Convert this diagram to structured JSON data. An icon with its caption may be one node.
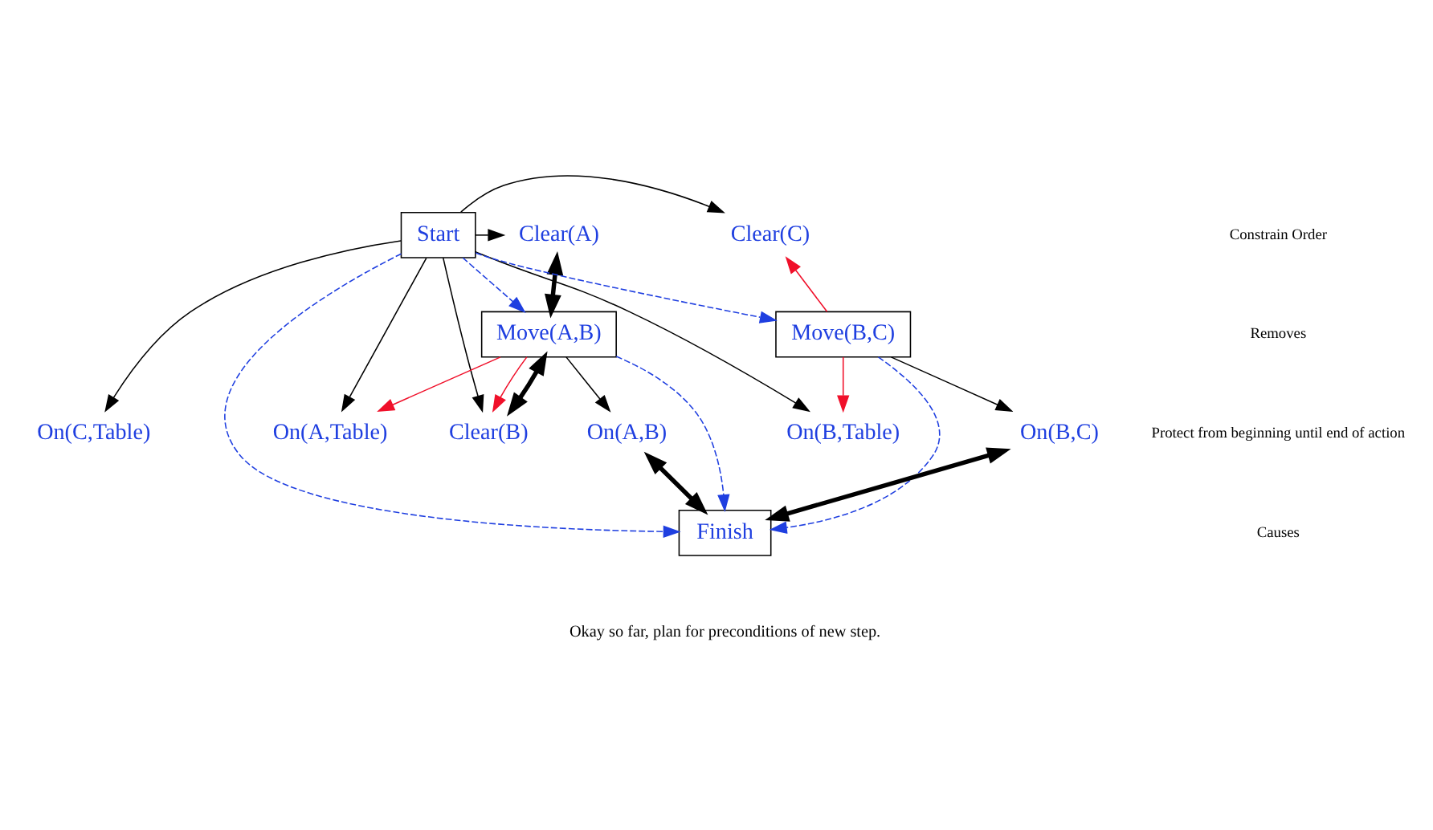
{
  "diagram": {
    "nodes": [
      {
        "text": [
          "Clear(A)"
        ]
      },
      {
        "text": [
          "Start"
        ]
      },
      {
        "text": [
          "Clear(C)"
        ]
      },
      {
        "text": [
          "Clear(B)"
        ]
      },
      {
        "text": [
          "On(A,Table)"
        ]
      },
      {
        "text": [
          "On(B,Table)"
        ]
      },
      {
        "text": [
          "On(C,Table)"
        ]
      },
      {
        "text": [
          "Move(A,B)"
        ]
      },
      {
        "text": [
          "Move(B,C)"
        ]
      },
      {
        "text": [
          "On(A,B)"
        ]
      },
      {
        "text": [
          "On(B,C)"
        ]
      },
      {
        "text": [
          "Finish"
        ]
      }
    ],
    "edges": [
      {
        "from": 1,
        "to": 0,
        "arrow": "to"
      },
      {
        "from": 1,
        "to": 3,
        "arrow": "to"
      },
      {
        "from": 1,
        "to": 2,
        "arrow": "to"
      },
      {
        "from": 1,
        "to": 4,
        "arrow": "to"
      },
      {
        "from": 1,
        "to": 5,
        "arrow": "to"
      },
      {
        "from": 1,
        "to": 6,
        "arrow": "to"
      },
      {
        "from": 1,
        "to": 7,
        "arrow": "to",
        "style": "dashed",
        "color": "#1f3fe0"
      },
      {
        "from": 1,
        "to": 11,
        "arrow": "to",
        "style": "dashed",
        "color": "#1f3fe0"
      },
      {
        "from": 1,
        "to": 8,
        "arrow": "to",
        "style": "dashed",
        "color": "#1f3fe0"
      },
      {
        "from": 0,
        "to": 7,
        "arrow": "both",
        "style": "thick"
      },
      {
        "from": 3,
        "to": 7,
        "arrow": "both",
        "style": "thick"
      },
      {
        "from": 7,
        "to": 3,
        "arrow": "to",
        "color": "#f0102a"
      },
      {
        "from": 7,
        "to": 4,
        "arrow": "to",
        "color": "#f0102a"
      },
      {
        "from": 8,
        "to": 5,
        "arrow": "to",
        "color": "#f0102a"
      },
      {
        "from": 8,
        "to": 2,
        "arrow": "to",
        "color": "#f0102a"
      },
      {
        "from": 7,
        "to": 9,
        "arrow": "to"
      },
      {
        "from": 8,
        "to": 10,
        "arrow": "to"
      },
      {
        "from": 7,
        "to": 11,
        "arrow": "to",
        "style": "dashed",
        "color": "#1f3fe0"
      },
      {
        "from": 8,
        "to": 11,
        "arrow": "to",
        "style": "dashed",
        "color": "#1f3fe0"
      },
      {
        "from": 9,
        "to": 11,
        "arrow": "both",
        "style": "thick"
      },
      {
        "from": 10,
        "to": 11,
        "arrow": "both",
        "style": "thick"
      }
    ],
    "labels": [
      "Okay so far, plan for preconditions of new step."
    ],
    "legend": [
      {
        "text": "Constrain Order"
      },
      {
        "text": "Removes"
      },
      {
        "text": "Protect from beginning until end of action"
      },
      {
        "text": "Causes"
      }
    ]
  }
}
